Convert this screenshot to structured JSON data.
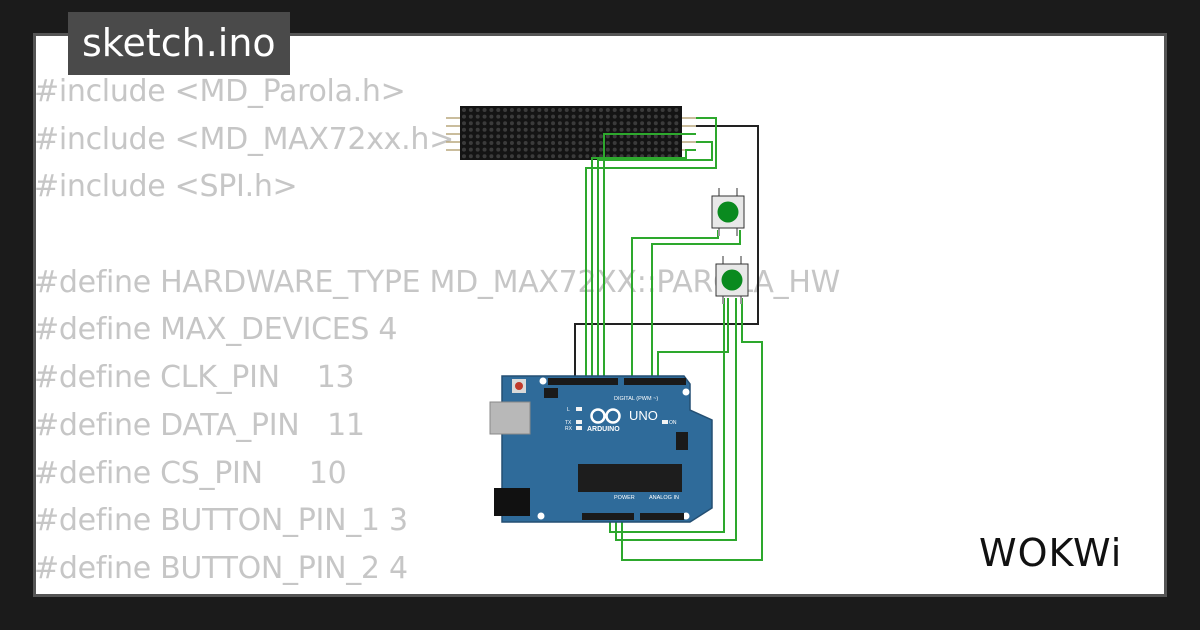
{
  "file": {
    "name": "sketch.ino"
  },
  "code_lines": [
    "#include <MD_Parola.h>",
    "#include <MD_MAX72xx.h>",
    "#include <SPI.h>",
    "",
    "#define HARDWARE_TYPE MD_MAX72XX::PAROLA_HW",
    "#define MAX_DEVICES 4",
    "#define CLK_PIN    13",
    "#define DATA_PIN   11",
    "#define CS_PIN     10",
    "#define BUTTON_PIN_1 3",
    "#define BUTTON_PIN_2 4"
  ],
  "board": {
    "model": "UNO",
    "brand": "ARDUINO",
    "digital_label": "DIGITAL (PWM ~)",
    "power_label": "POWER",
    "analog_label": "ANALOG IN",
    "led_on": "ON",
    "led_l": "L",
    "led_tx": "TX",
    "led_rx": "RX"
  },
  "brand": {
    "logo_text": "WOKWi"
  },
  "colors": {
    "background": "#1b1b1b",
    "card": "#ffffff",
    "code_text": "#c6c6c6",
    "board_blue": "#2f6b9a",
    "wire_green": "#2da82d",
    "wire_black": "#222222",
    "button_green": "#0a8a1f"
  }
}
